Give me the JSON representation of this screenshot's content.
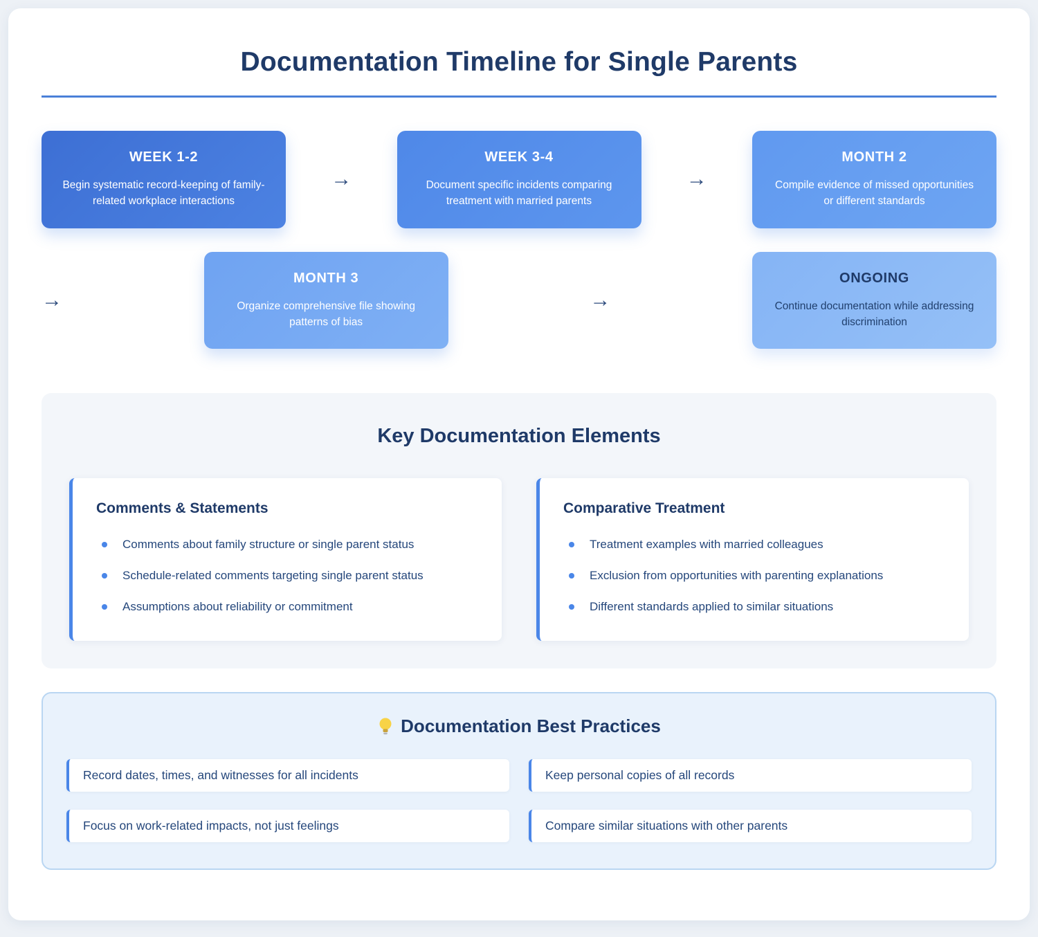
{
  "header": {
    "title": "Documentation Timeline for Single Parents"
  },
  "timeline": {
    "arrow": "→",
    "steps": [
      {
        "label": "WEEK 1-2",
        "description": "Begin systematic record-keeping of family-related workplace interactions"
      },
      {
        "label": "WEEK 3-4",
        "description": "Document specific incidents comparing treatment with married parents"
      },
      {
        "label": "MONTH 2",
        "description": "Compile evidence of missed opportunities or different standards"
      },
      {
        "label": "MONTH 3",
        "description": "Organize comprehensive file showing patterns of bias"
      },
      {
        "label": "ONGOING",
        "description": "Continue documentation while addressing discrimination"
      }
    ]
  },
  "key_elements": {
    "title": "Key Documentation Elements",
    "cards": [
      {
        "title": "Comments & Statements",
        "items": [
          "Comments about family structure or single parent status",
          "Schedule-related comments targeting single parent status",
          "Assumptions about reliability or commitment"
        ]
      },
      {
        "title": "Comparative Treatment",
        "items": [
          "Treatment examples with married colleagues",
          "Exclusion from opportunities with parenting explanations",
          "Different standards applied to similar situations"
        ]
      }
    ]
  },
  "best_practices": {
    "title": "Documentation Best Practices",
    "icon": "lightbulb-icon",
    "items": [
      "Record dates, times, and witnesses for all incidents",
      "Keep personal copies of all records",
      "Focus on work-related impacts, not just feelings",
      "Compare similar situations with other parents"
    ]
  },
  "colors": {
    "accent_blue": "#4a86e8",
    "title_navy": "#1f3a68",
    "timeline_dark_blue": "#3d6fd4",
    "timeline_light_blue": "#95c0f7",
    "best_practices_bg": "#e9f2fc"
  }
}
